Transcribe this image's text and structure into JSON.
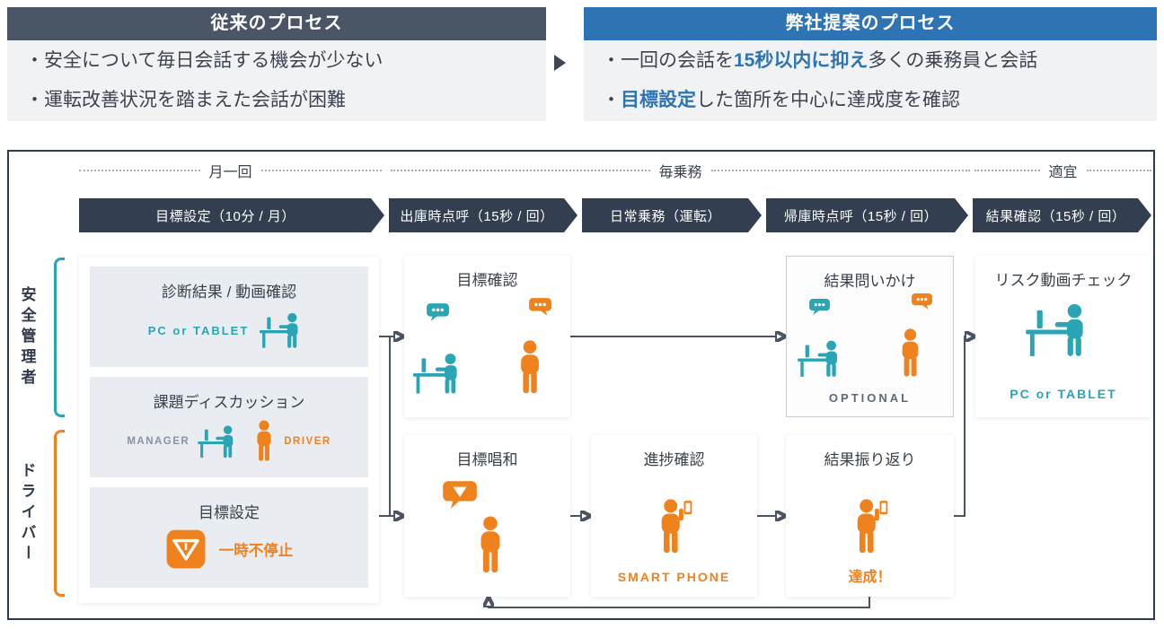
{
  "colors": {
    "teal": "#2aa5b5",
    "orange": "#f0821e",
    "blue": "#2e74b5",
    "navy": "#333f50",
    "dark": "#4a5565",
    "arrow": "#4a5462"
  },
  "top": {
    "left": {
      "title": "従来のプロセス",
      "bullets": [
        "・安全について毎日会話する機会が少ない",
        "・運転改善状況を踏まえた会話が困難"
      ]
    },
    "right": {
      "title": "弊社提案のプロセス",
      "bullets": [
        {
          "pre": "・一回の会話を",
          "em": "15秒以内に抑え",
          "post": "多くの乗務員と会話"
        },
        {
          "pre": "・",
          "em": "目標設定",
          "post": "した箇所を中心に達成度を確認"
        }
      ]
    }
  },
  "diagram": {
    "phases": [
      "月一回",
      "毎乗務",
      "適宜"
    ],
    "banners": [
      "目標設定（10分 / 月）",
      "出庫時点呼（15秒 / 回）",
      "日常乗務（運転）",
      "帰庫時点呼（15秒 / 回）",
      "結果確認（15秒 / 回）"
    ],
    "roles": {
      "manager": "安全管理者",
      "driver": "ドライバー"
    },
    "cards": {
      "diagnosis": {
        "title": "診断結果 / 動画確認",
        "caption": "PC or TABLET"
      },
      "discussion": {
        "title": "課題ディスカッション",
        "manager_label": "MANAGER",
        "driver_label": "DRIVER"
      },
      "goal_setting": {
        "title": "目標設定",
        "caption": "一時不停止"
      },
      "goal_check": {
        "title": "目標確認"
      },
      "result_inquiry": {
        "title": "結果問いかけ",
        "badge": "OPTIONAL"
      },
      "risk_video": {
        "title": "リスク動画チェック",
        "caption": "PC or TABLET"
      },
      "goal_chant": {
        "title": "目標唱和"
      },
      "progress_check": {
        "title": "進捗確認",
        "caption": "SMART PHONE"
      },
      "result_review": {
        "title": "結果振り返り",
        "caption": "達成！"
      }
    }
  }
}
